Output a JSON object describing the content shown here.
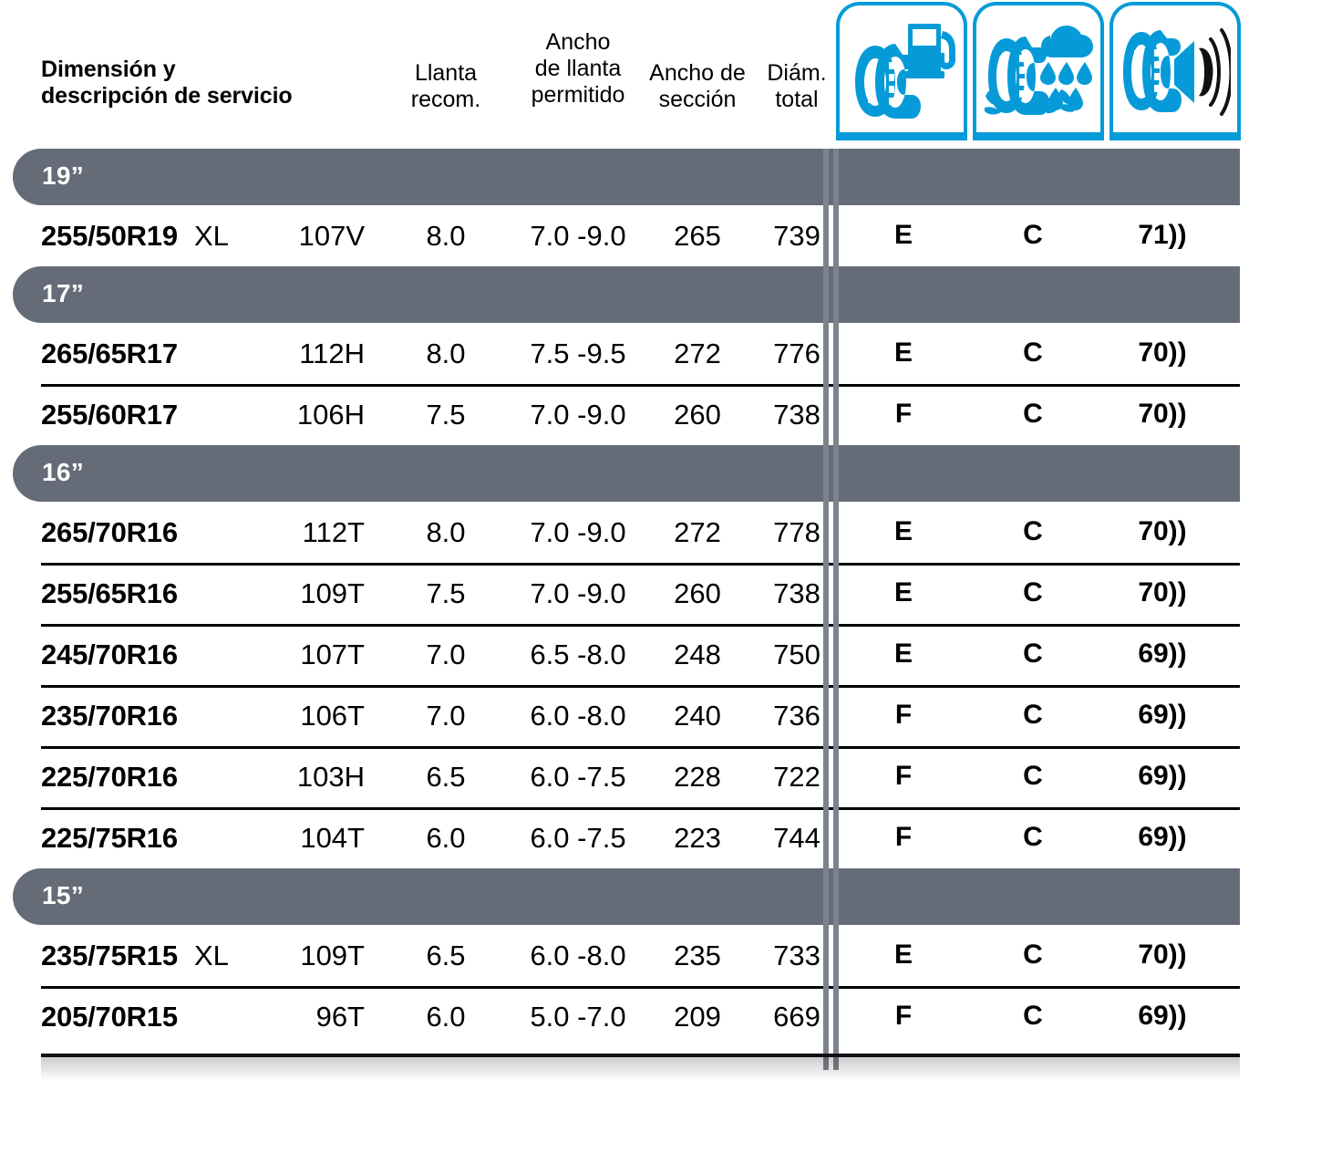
{
  "table": {
    "headers": {
      "dimension_line1": "Dimensión y",
      "dimension_line2": "descripción de servicio",
      "rim_line1": "Llanta",
      "rim_line2": "recom.",
      "permitted_line1": "Ancho",
      "permitted_line2": "de llanta",
      "permitted_line3": "permitido",
      "section_line1": "Ancho de",
      "section_line2": "sección",
      "diameter_line1": "Diám.",
      "diameter_line2": "total"
    },
    "icons": [
      {
        "name": "fuel-efficiency-icon",
        "label": "tire-fuel-pump"
      },
      {
        "name": "wet-grip-icon",
        "label": "tire-rain-cloud"
      },
      {
        "name": "noise-icon",
        "label": "tire-speaker-waves"
      }
    ],
    "groups": [
      {
        "label": "19”",
        "rows": [
          {
            "size": "255/50R19",
            "xl": "XL",
            "load_index": "107V",
            "rim": "8.0",
            "permitted": "7.0 -9.0",
            "section": "265",
            "diameter": "739",
            "fuel": "E",
            "wet": "C",
            "noise": "71))"
          }
        ]
      },
      {
        "label": "17”",
        "rows": [
          {
            "size": "265/65R17",
            "xl": "",
            "load_index": "112H",
            "rim": "8.0",
            "permitted": "7.5 -9.5",
            "section": "272",
            "diameter": "776",
            "fuel": "E",
            "wet": "C",
            "noise": "70))"
          },
          {
            "size": "255/60R17",
            "xl": "",
            "load_index": "106H",
            "rim": "7.5",
            "permitted": "7.0 -9.0",
            "section": "260",
            "diameter": "738",
            "fuel": "F",
            "wet": "C",
            "noise": "70))"
          }
        ]
      },
      {
        "label": "16”",
        "rows": [
          {
            "size": "265/70R16",
            "xl": "",
            "load_index": "112T",
            "rim": "8.0",
            "permitted": "7.0 -9.0",
            "section": "272",
            "diameter": "778",
            "fuel": "E",
            "wet": "C",
            "noise": "70))"
          },
          {
            "size": "255/65R16",
            "xl": "",
            "load_index": "109T",
            "rim": "7.5",
            "permitted": "7.0 -9.0",
            "section": "260",
            "diameter": "738",
            "fuel": "E",
            "wet": "C",
            "noise": "70))"
          },
          {
            "size": "245/70R16",
            "xl": "",
            "load_index": "107T",
            "rim": "7.0",
            "permitted": "6.5 -8.0",
            "section": "248",
            "diameter": "750",
            "fuel": "E",
            "wet": "C",
            "noise": "69))"
          },
          {
            "size": "235/70R16",
            "xl": "",
            "load_index": "106T",
            "rim": "7.0",
            "permitted": "6.0 -8.0",
            "section": "240",
            "diameter": "736",
            "fuel": "F",
            "wet": "C",
            "noise": "69))"
          },
          {
            "size": "225/70R16",
            "xl": "",
            "load_index": "103H",
            "rim": "6.5",
            "permitted": "6.0 -7.5",
            "section": "228",
            "diameter": "722",
            "fuel": "F",
            "wet": "C",
            "noise": "69))"
          },
          {
            "size": "225/75R16",
            "xl": "",
            "load_index": "104T",
            "rim": "6.0",
            "permitted": "6.0 -7.5",
            "section": "223",
            "diameter": "744",
            "fuel": "F",
            "wet": "C",
            "noise": "69))"
          }
        ]
      },
      {
        "label": "15”",
        "rows": [
          {
            "size": "235/75R15",
            "xl": "XL",
            "load_index": "109T",
            "rim": "6.5",
            "permitted": "6.0 -8.0",
            "section": "235",
            "diameter": "733",
            "fuel": "E",
            "wet": "C",
            "noise": "70))"
          },
          {
            "size": "205/70R15",
            "xl": "",
            "load_index": "96T",
            "rim": "6.0",
            "permitted": "5.0 -7.0",
            "section": "209",
            "diameter": "669",
            "fuel": "F",
            "wet": "C",
            "noise": "69))"
          }
        ]
      }
    ]
  },
  "colors": {
    "brand_blue": "#069BD8",
    "group_gray": "#656C78",
    "divider_gray": "#7C838D",
    "text_black": "#000000"
  }
}
